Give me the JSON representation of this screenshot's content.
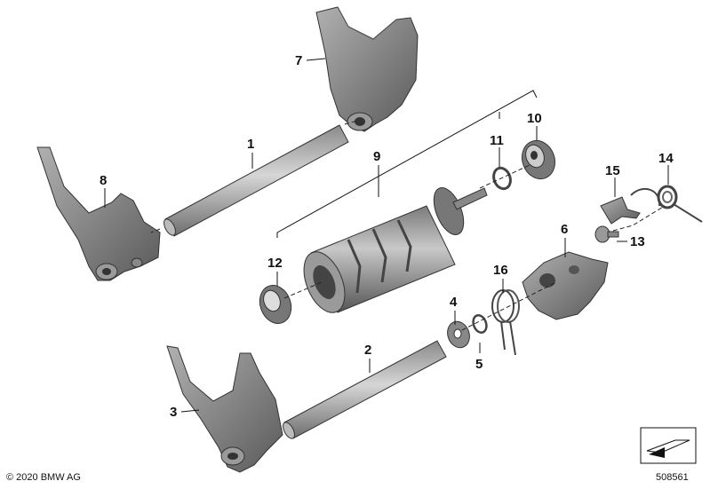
{
  "copyright": "© 2020 BMW AG",
  "doc_number": "508561",
  "callouts": {
    "c1": "1",
    "c2": "2",
    "c3": "3",
    "c4": "4",
    "c5": "5",
    "c6": "6",
    "c7": "7",
    "c8": "8",
    "c9": "9",
    "c10": "10",
    "c11": "11",
    "c12": "12",
    "c13": "13",
    "c14": "14",
    "c15": "15",
    "c16": "16"
  }
}
